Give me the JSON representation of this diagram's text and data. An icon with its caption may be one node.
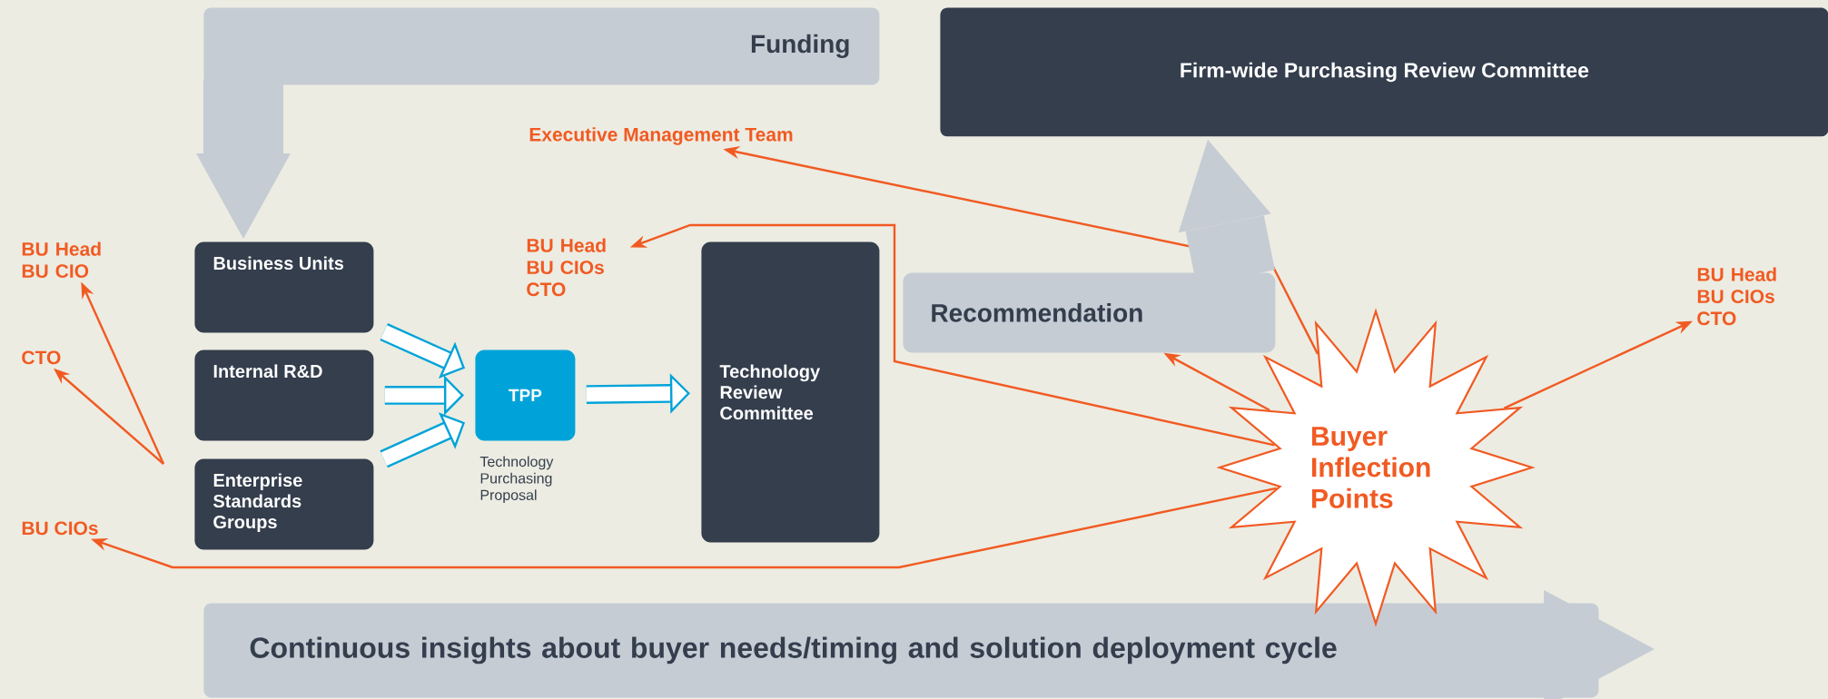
{
  "diagram": {
    "nodes": [
      {
        "text": [
          "Funding"
        ]
      },
      {
        "text": [
          "Firm-wide Purchasing Review Committee"
        ]
      },
      {
        "text": [
          "Executive Management Team"
        ]
      },
      {
        "text": [
          "BU Head BU CIO"
        ]
      },
      {
        "text": [
          "CTO"
        ]
      },
      {
        "text": [
          "BU CIOs"
        ]
      },
      {
        "text": [
          "Business Units"
        ]
      },
      {
        "text": [
          "Internal R&D"
        ]
      },
      {
        "text": [
          "Enterprise Standards Groups"
        ]
      },
      {
        "text": [
          "TPP"
        ],
        "beside": [
          "Technology Purchasing Proposal"
        ]
      },
      {
        "text": [
          "BU Head BU CIOs CTO"
        ]
      },
      {
        "text": [
          "Technology Review Committee"
        ]
      },
      {
        "text": [
          "Recommendation"
        ]
      },
      {
        "text": [
          "Buyer Inflection Points"
        ]
      },
      {
        "text": [
          "BU Head BU CIOs CTO"
        ]
      },
      {
        "text": [
          "Continuous insights about buyer needs/timing and solution deployment cycle"
        ]
      }
    ],
    "edges": [
      {
        "from": 13,
        "to": 2,
        "arrow": "to"
      },
      {
        "from": 13,
        "to": 10,
        "arrow": "to"
      },
      {
        "from": 13,
        "to": 12,
        "arrow": "to"
      },
      {
        "from": 13,
        "to": 5,
        "arrow": "to"
      },
      {
        "from": 13,
        "to": 14,
        "arrow": "to"
      },
      {
        "from": null,
        "to": 3,
        "arrow": "to"
      },
      {
        "from": null,
        "to": 4,
        "arrow": "to"
      },
      {
        "from": 6,
        "to": 9,
        "arrow": "to",
        "style": "thick",
        "color": "#00a3d9"
      },
      {
        "from": 7,
        "to": 9,
        "arrow": "to",
        "style": "thick",
        "color": "#00a3d9"
      },
      {
        "from": 8,
        "to": 9,
        "arrow": "to",
        "style": "thick",
        "color": "#00a3d9"
      },
      {
        "from": 9,
        "to": 11,
        "arrow": "to",
        "style": "thick",
        "color": "#00a3d9"
      },
      {
        "from": 0,
        "to": 6,
        "arrow": "to",
        "style": "thick",
        "color": "#c5ccd4"
      },
      {
        "from": 12,
        "to": 1,
        "arrow": "to",
        "style": "thick",
        "color": "#c5ccd4"
      }
    ]
  }
}
